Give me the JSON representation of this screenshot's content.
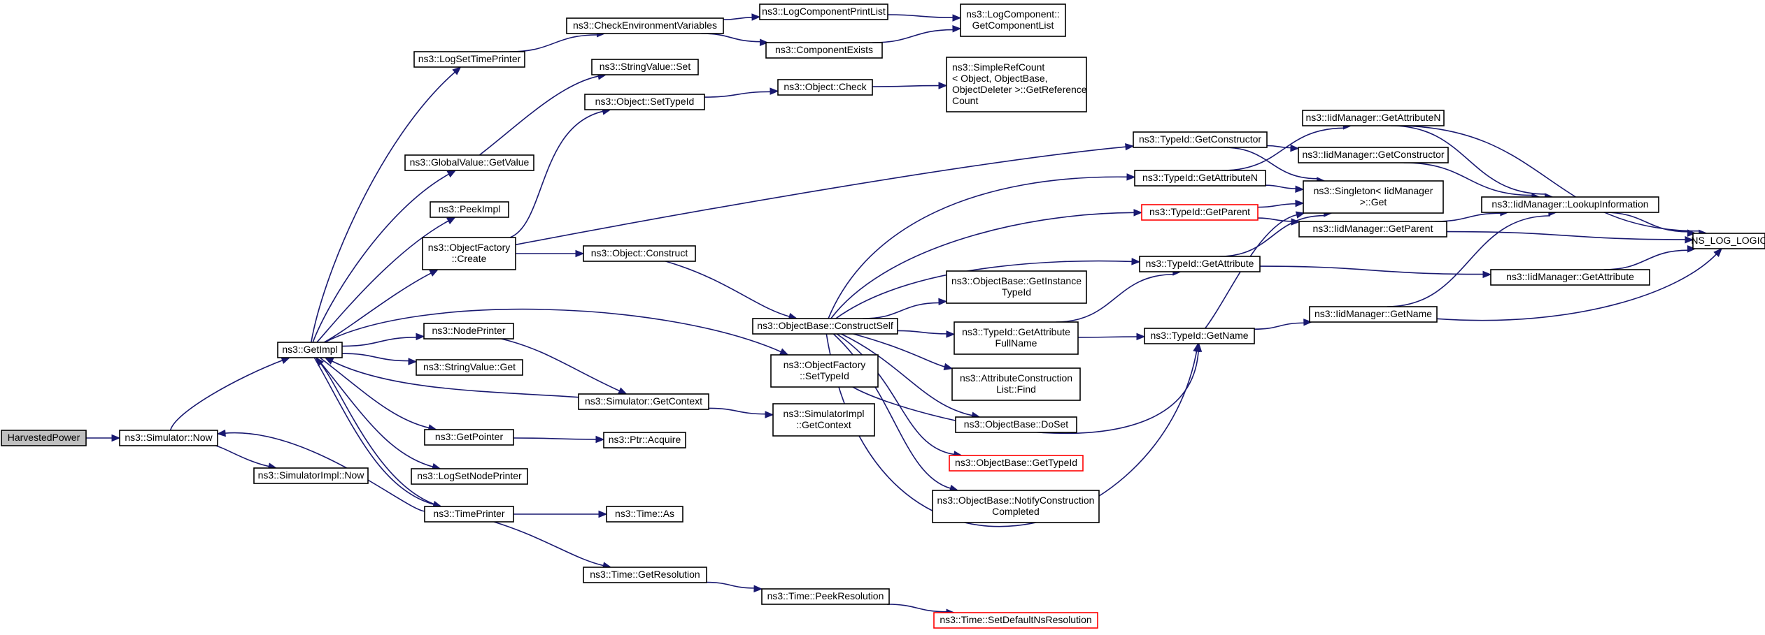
{
  "colors": {
    "edge": "#191970",
    "node_border": "#000000",
    "highlight_border": "#ff0000",
    "root_fill": "#bfbfbf"
  },
  "nodes": {
    "n_harvested": {
      "lines": [
        "HarvestedPower"
      ],
      "style": "root"
    },
    "n_sim_now": {
      "lines": [
        "ns3::Simulator::Now"
      ]
    },
    "n_simimpl_now": {
      "lines": [
        "ns3::SimulatorImpl::Now"
      ]
    },
    "n_getimpl": {
      "lines": [
        "ns3::GetImpl"
      ]
    },
    "n_logsettimeprinter": {
      "lines": [
        "ns3::LogSetTimePrinter"
      ]
    },
    "n_globalvalue_getvalue": {
      "lines": [
        "ns3::GlobalValue::GetValue"
      ]
    },
    "n_peekimpl": {
      "lines": [
        "ns3::PeekImpl"
      ]
    },
    "n_objectfactory_create": {
      "lines": [
        "ns3::ObjectFactory",
        "::Create"
      ]
    },
    "n_nodeprinter": {
      "lines": [
        "ns3::NodePrinter"
      ]
    },
    "n_stringvalue_get": {
      "lines": [
        "ns3::StringValue::Get"
      ]
    },
    "n_getpointer": {
      "lines": [
        "ns3::GetPointer"
      ]
    },
    "n_logsetnodeprinter": {
      "lines": [
        "ns3::LogSetNodePrinter"
      ]
    },
    "n_timeprinter": {
      "lines": [
        "ns3::TimePrinter"
      ]
    },
    "n_checkenv": {
      "lines": [
        "ns3::CheckEnvironmentVariables"
      ]
    },
    "n_stringvalue_set": {
      "lines": [
        "ns3::StringValue::Set"
      ]
    },
    "n_object_settypeid": {
      "lines": [
        "ns3::Object::SetTypeId"
      ]
    },
    "n_object_construct": {
      "lines": [
        "ns3::Object::Construct"
      ]
    },
    "n_sim_getcontext": {
      "lines": [
        "ns3::Simulator::GetContext"
      ]
    },
    "n_ptr_acquire": {
      "lines": [
        "ns3::Ptr::Acquire"
      ]
    },
    "n_time_as": {
      "lines": [
        "ns3::Time::As"
      ]
    },
    "n_time_getresolution": {
      "lines": [
        "ns3::Time::GetResolution"
      ]
    },
    "n_logcomponentprintlist": {
      "lines": [
        "ns3::LogComponentPrintList"
      ]
    },
    "n_componentexists": {
      "lines": [
        "ns3::ComponentExists"
      ]
    },
    "n_object_check": {
      "lines": [
        "ns3::Object::Check"
      ]
    },
    "n_objectbase_constructself": {
      "lines": [
        "ns3::ObjectBase::ConstructSelf"
      ]
    },
    "n_objectfactory_settypeid": {
      "lines": [
        "ns3::ObjectFactory",
        "::SetTypeId"
      ]
    },
    "n_simimpl_getcontext": {
      "lines": [
        "ns3::SimulatorImpl",
        "::GetContext"
      ]
    },
    "n_time_peekresolution": {
      "lines": [
        "ns3::Time::PeekResolution"
      ]
    },
    "n_logcomponent_getlist": {
      "lines": [
        "ns3::LogComponent::",
        "GetComponentList"
      ]
    },
    "n_simplerefcount": {
      "lines": [
        "ns3::SimpleRefCount",
        "< Object, ObjectBase,",
        "ObjectDeleter >::GetReference",
        "Count"
      ]
    },
    "n_objectbase_getinstancetypeid": {
      "lines": [
        "ns3::ObjectBase::GetInstance",
        "TypeId"
      ]
    },
    "n_typeid_getattributefullname": {
      "lines": [
        "ns3::TypeId::GetAttribute",
        "FullName"
      ]
    },
    "n_attrconstructionlist_find": {
      "lines": [
        "ns3::AttributeConstruction",
        "List::Find"
      ]
    },
    "n_objectbase_doset": {
      "lines": [
        "ns3::ObjectBase::DoSet"
      ]
    },
    "n_objectbase_gettypeid": {
      "lines": [
        "ns3::ObjectBase::GetTypeId"
      ],
      "style": "red"
    },
    "n_objectbase_notify": {
      "lines": [
        "ns3::ObjectBase::NotifyConstruction",
        "Completed"
      ]
    },
    "n_time_setdefaultnsresolution": {
      "lines": [
        "ns3::Time::SetDefaultNsResolution"
      ],
      "style": "red"
    },
    "n_typeid_getconstructor": {
      "lines": [
        "ns3::TypeId::GetConstructor"
      ]
    },
    "n_typeid_getattributen": {
      "lines": [
        "ns3::TypeId::GetAttributeN"
      ]
    },
    "n_typeid_getparent": {
      "lines": [
        "ns3::TypeId::GetParent"
      ],
      "style": "red"
    },
    "n_typeid_getattribute": {
      "lines": [
        "ns3::TypeId::GetAttribute"
      ]
    },
    "n_typeid_getname": {
      "lines": [
        "ns3::TypeId::GetName"
      ]
    },
    "n_iid_getattributen": {
      "lines": [
        "ns3::IidManager::GetAttributeN"
      ]
    },
    "n_iid_getconstructor": {
      "lines": [
        "ns3::IidManager::GetConstructor"
      ]
    },
    "n_singleton_get": {
      "lines": [
        "ns3::Singleton< IidManager",
        ">::Get"
      ]
    },
    "n_iid_getparent": {
      "lines": [
        "ns3::IidManager::GetParent"
      ]
    },
    "n_iid_getname": {
      "lines": [
        "ns3::IidManager::GetName"
      ]
    },
    "n_iid_lookupinformation": {
      "lines": [
        "ns3::IidManager::LookupInformation"
      ]
    },
    "n_iid_getattribute": {
      "lines": [
        "ns3::IidManager::GetAttribute"
      ]
    },
    "n_ns_log_logic": {
      "lines": [
        "NS_LOG_LOGIC"
      ]
    }
  }
}
